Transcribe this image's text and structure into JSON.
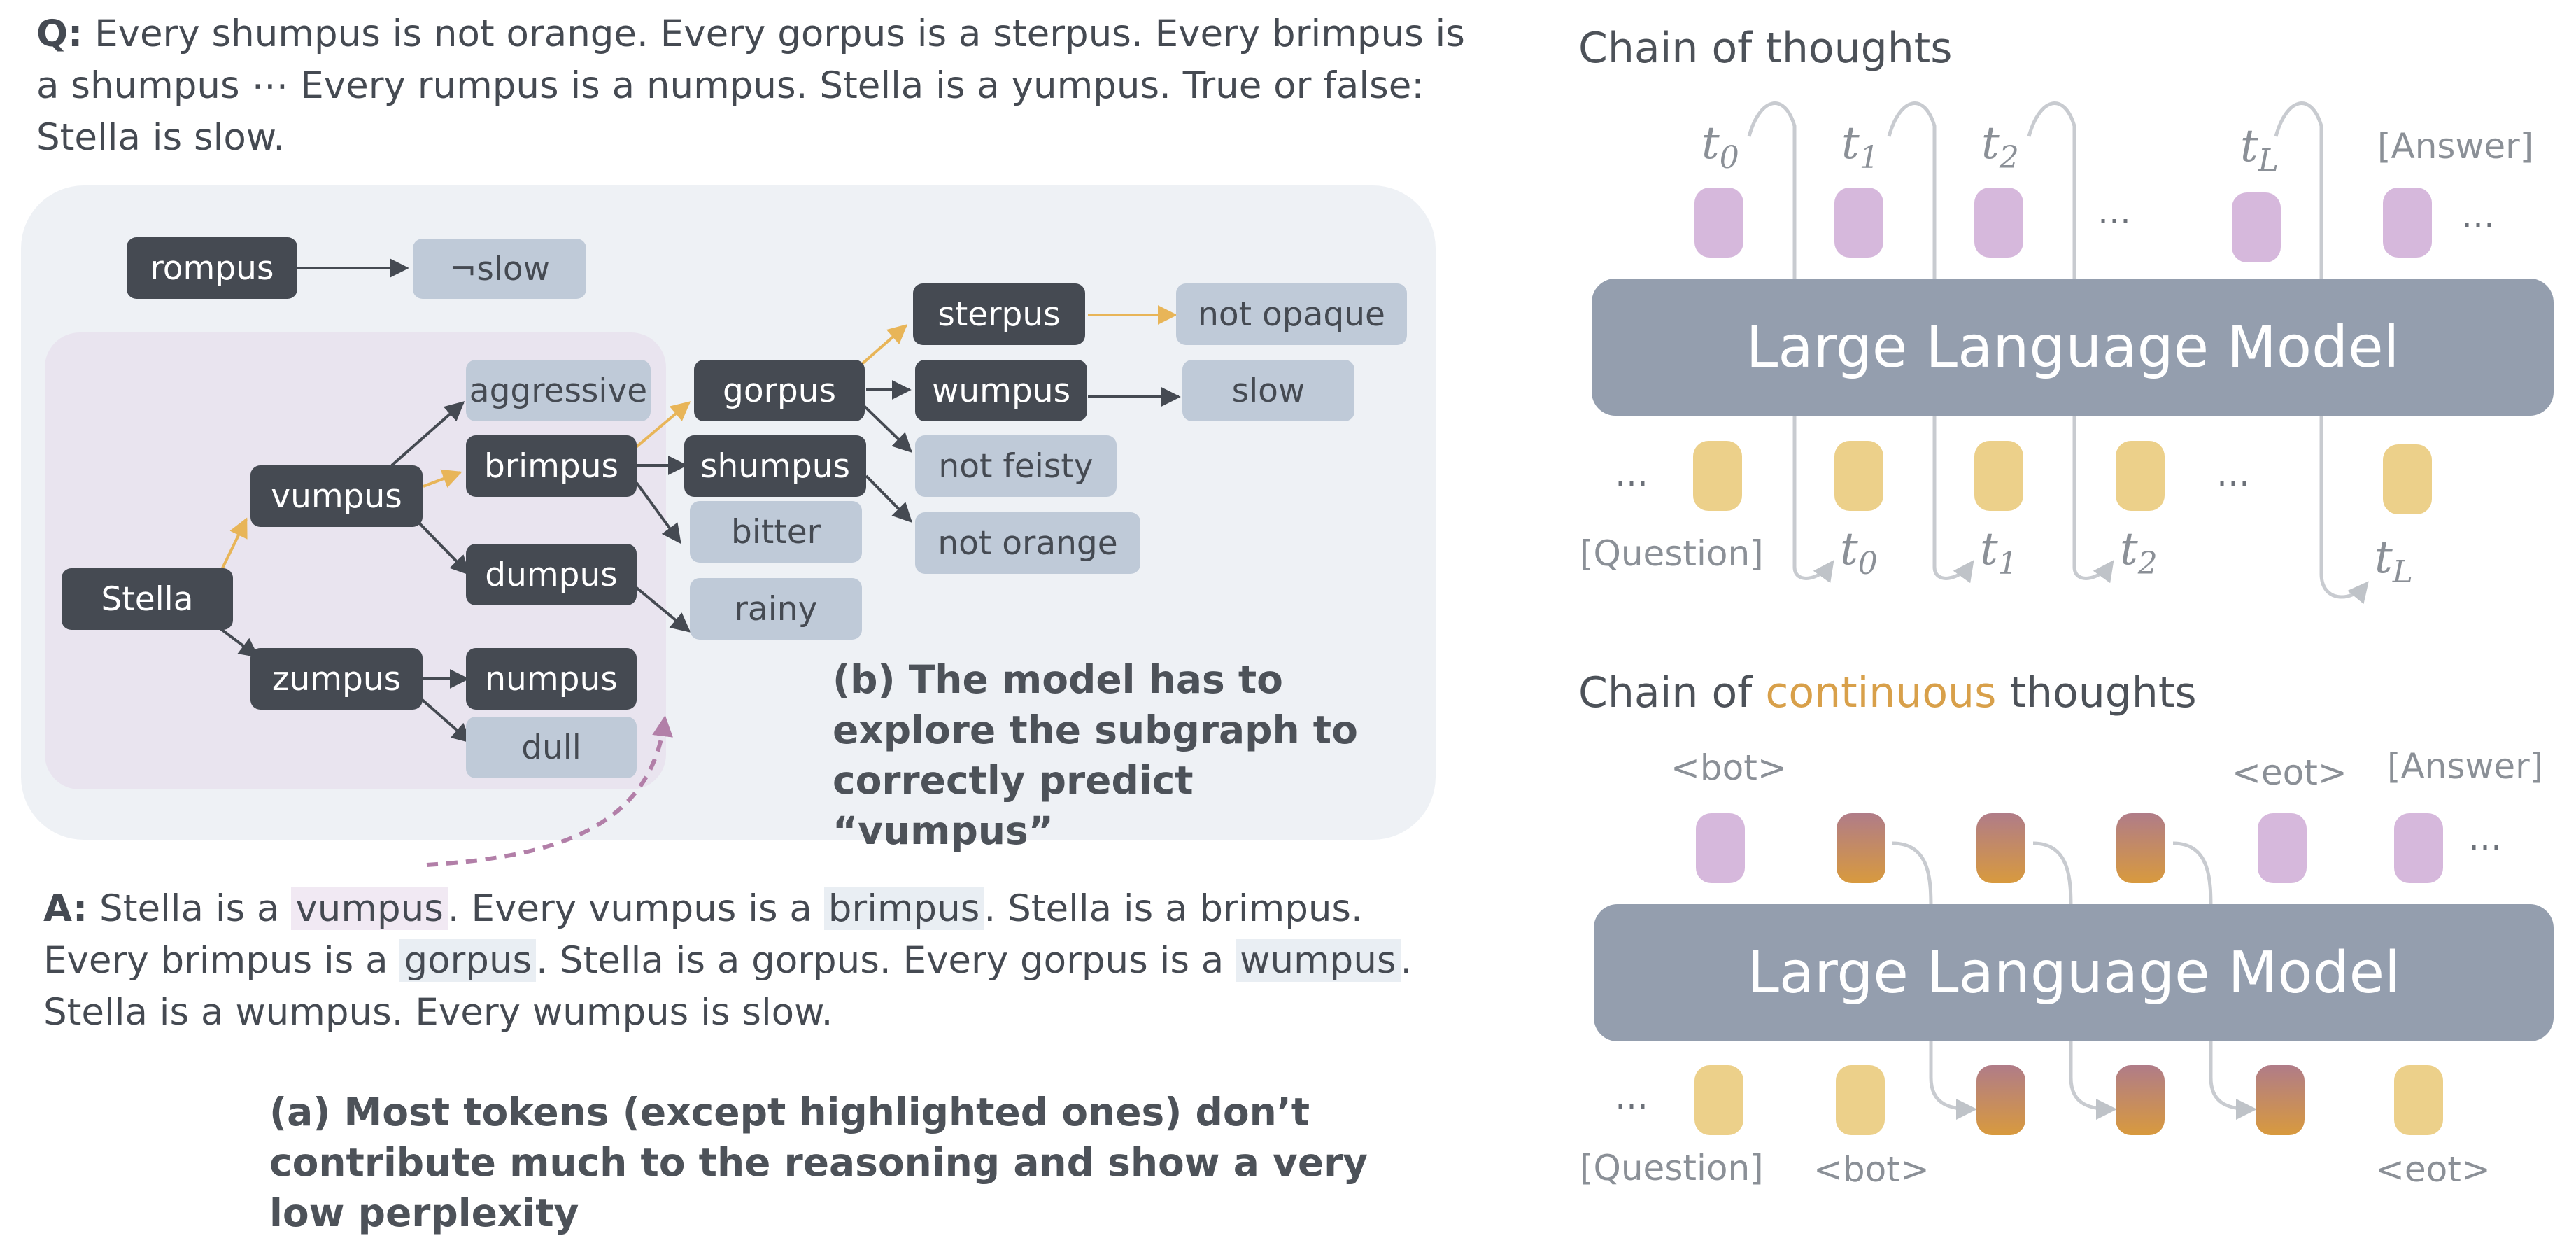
{
  "question": {
    "prefix": "Q:",
    "text": " Every shumpus is not orange. Every gorpus is a sterpus. Every brimpus is a shumpus ⋯ Every rumpus is a numpus. Stella is a yumpus. True or false: Stella is slow."
  },
  "graph": {
    "nodes": {
      "rompus": "rompus",
      "not_slow": "¬slow",
      "stella": "Stella",
      "vumpus": "vumpus",
      "zumpus": "zumpus",
      "aggressive": "aggressive",
      "brimpus": "brimpus",
      "dumpus": "dumpus",
      "numpus": "numpus",
      "dull": "dull",
      "gorpus": "gorpus",
      "shumpus": "shumpus",
      "bitter": "bitter",
      "rainy": "rainy",
      "sterpus": "sterpus",
      "wumpus": "wumpus",
      "not_feisty": "not feisty",
      "not_orange": "not orange",
      "not_opaque": "not opaque",
      "slow": "slow"
    },
    "caption_b": "(b) The model has to explore the subgraph to correctly predict “vumpus”"
  },
  "answer": {
    "prefix": "A:",
    "s1": " Stella is a ",
    "h1": "vumpus",
    "s2": ". Every vumpus is a ",
    "h2": "brimpus",
    "s3": ". Stella is a brimpus. Every brimpus is a ",
    "h3": "gorpus",
    "s4": ". Stella is a gorpus. Every gorpus is a ",
    "h4": "wumpus",
    "s5": ". Stella is a wumpus. Every wumpus is slow."
  },
  "caption_a": "(a) Most tokens (except highlighted ones) don’t contribute much to the reasoning and show a very low perplexity",
  "cot": {
    "heading": "Chain of thoughts",
    "model_label": "Large Language Model",
    "out_labels": {
      "t0": "t",
      "t0_sub": "0",
      "t1": "t",
      "t1_sub": "1",
      "t2": "t",
      "t2_sub": "2",
      "tL": "t",
      "tL_sub": "L"
    },
    "answer_label": "[Answer]",
    "question_label": "[Question]",
    "ellipsis": "…"
  },
  "coconut": {
    "heading_pre": "Chain of ",
    "heading_accent": "continuous",
    "heading_post": " thoughts",
    "model_label": "Large Language Model",
    "bot_top": "<bot>",
    "eot_top": "<eot>",
    "answer_label": "[Answer]",
    "question_label": "[Question]",
    "bot_bottom": "<bot>",
    "eot_bottom": "<eot>",
    "ellipsis": "…"
  },
  "colors": {
    "dark_node": "#454a52",
    "light_node": "#bfcad8",
    "highlight_arrow": "#e8b558",
    "dashed_arrow": "#b27fa8",
    "llm_box": "#949eae",
    "token_purple": "#d6b8dc",
    "token_yellow": "#ecd08a",
    "accent_text": "#d8a04a"
  }
}
